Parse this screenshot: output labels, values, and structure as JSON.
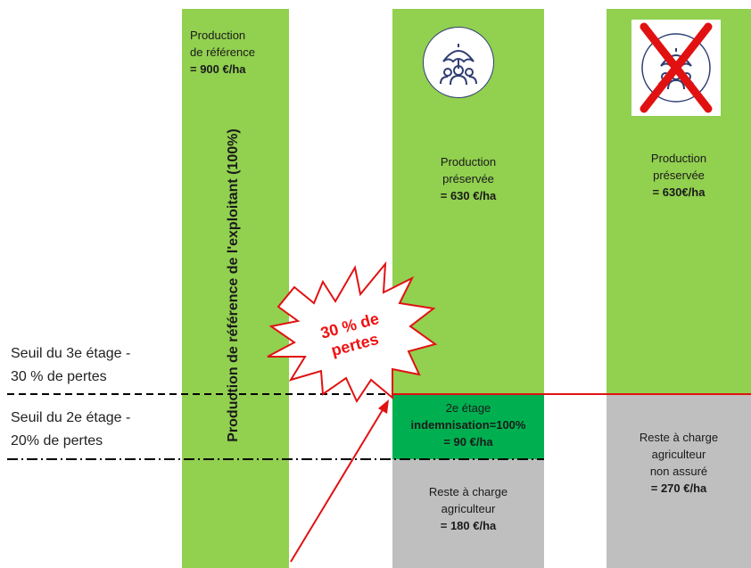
{
  "col1": {
    "line1": "Production",
    "line2": "de référence",
    "value": "= 900 €/ha",
    "vertical_label": "Production de référence de l'exploitant (100%)"
  },
  "col2": {
    "icon": "umbrella-people-icon",
    "preserved_line1": "Production",
    "preserved_line2": "préservée",
    "preserved_value": "= 630 €/ha",
    "stage2_line1": "2e étage",
    "stage2_line2": "indemnisation=100%",
    "stage2_value": "= 90 €/ha",
    "remain_line1": "Reste à charge",
    "remain_line2": "agriculteur",
    "remain_value": "= 180 €/ha"
  },
  "col3": {
    "icon": "umbrella-people-crossed-icon",
    "preserved_line1": "Production",
    "preserved_line2": "préservée",
    "preserved_value": "= 630€/ha",
    "remain_line1": "Reste à charge",
    "remain_line2": "agriculteur",
    "remain_line3": "non assuré",
    "remain_value": "= 270 €/ha"
  },
  "thresholds": {
    "stage3_line1": "Seuil du 3e étage -",
    "stage3_line2": "30 % de pertes",
    "stage2_line1": "Seuil du 2e étage -",
    "stage2_line2": "20% de pertes"
  },
  "burst": {
    "line1": "30 % de",
    "line2": "pertes"
  },
  "colors": {
    "green": "#92d050",
    "dark_green": "#00b050",
    "grey": "#bfbfbf",
    "red": "#ee1111",
    "icon_blue": "#2f3e73"
  }
}
